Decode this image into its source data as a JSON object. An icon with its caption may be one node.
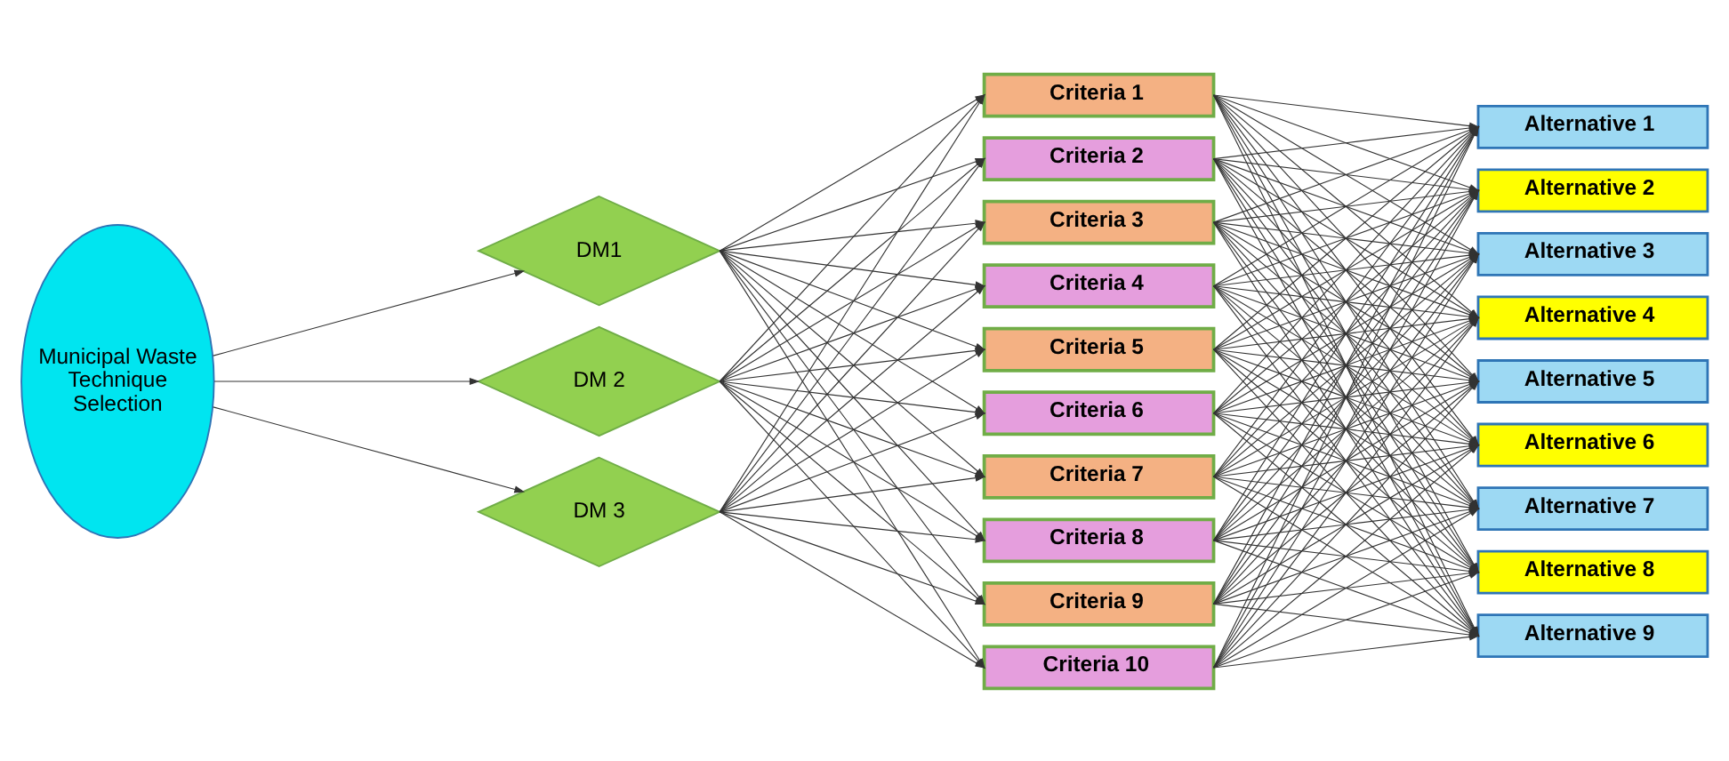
{
  "diagram": {
    "nodes": [
      {
        "text": [
          "Municipal Waste Technique Selection"
        ]
      },
      {
        "text": [
          "DM1"
        ]
      },
      {
        "text": [
          "DM 2"
        ]
      },
      {
        "text": [
          "DM 3"
        ]
      },
      {
        "text": [
          "Criteria 1"
        ]
      },
      {
        "text": [
          "Criteria 2"
        ]
      },
      {
        "text": [
          "Criteria 3"
        ]
      },
      {
        "text": [
          "Criteria 4"
        ]
      },
      {
        "text": [
          "Criteria 5"
        ]
      },
      {
        "text": [
          "Criteria 6"
        ]
      },
      {
        "text": [
          "Criteria 7"
        ]
      },
      {
        "text": [
          "Criteria 8"
        ]
      },
      {
        "text": [
          "Criteria 9"
        ]
      },
      {
        "text": [
          "Criteria 10"
        ]
      },
      {
        "text": [
          "Alternative 1"
        ]
      },
      {
        "text": [
          "Alternative 2"
        ]
      },
      {
        "text": [
          "Alternative 3"
        ]
      },
      {
        "text": [
          "Alternative 4"
        ]
      },
      {
        "text": [
          "Alternative 5"
        ]
      },
      {
        "text": [
          "Alternative 6"
        ]
      },
      {
        "text": [
          "Alternative 7"
        ]
      },
      {
        "text": [
          "Alternative 8"
        ]
      },
      {
        "text": [
          "Alternative 9"
        ]
      }
    ],
    "edges": [
      {
        "from": 0,
        "to": 1,
        "arrow": "to"
      },
      {
        "from": 0,
        "to": 2,
        "arrow": "to"
      },
      {
        "from": 0,
        "to": 3,
        "arrow": "to"
      },
      {
        "from": 1,
        "to": 4,
        "arrow": "to"
      },
      {
        "from": 1,
        "to": 5,
        "arrow": "to"
      },
      {
        "from": 1,
        "to": 6,
        "arrow": "to"
      },
      {
        "from": 1,
        "to": 7,
        "arrow": "to"
      },
      {
        "from": 1,
        "to": 8,
        "arrow": "to"
      },
      {
        "from": 1,
        "to": 9,
        "arrow": "to"
      },
      {
        "from": 1,
        "to": 10,
        "arrow": "to"
      },
      {
        "from": 1,
        "to": 11,
        "arrow": "to"
      },
      {
        "from": 1,
        "to": 12,
        "arrow": "to"
      },
      {
        "from": 1,
        "to": 13,
        "arrow": "to"
      },
      {
        "from": 2,
        "to": 4,
        "arrow": "to"
      },
      {
        "from": 2,
        "to": 5,
        "arrow": "to"
      },
      {
        "from": 2,
        "to": 6,
        "arrow": "to"
      },
      {
        "from": 2,
        "to": 7,
        "arrow": "to"
      },
      {
        "from": 2,
        "to": 8,
        "arrow": "to"
      },
      {
        "from": 2,
        "to": 9,
        "arrow": "to"
      },
      {
        "from": 2,
        "to": 10,
        "arrow": "to"
      },
      {
        "from": 2,
        "to": 11,
        "arrow": "to"
      },
      {
        "from": 2,
        "to": 12,
        "arrow": "to"
      },
      {
        "from": 2,
        "to": 13,
        "arrow": "to"
      },
      {
        "from": 3,
        "to": 4,
        "arrow": "to"
      },
      {
        "from": 3,
        "to": 5,
        "arrow": "to"
      },
      {
        "from": 3,
        "to": 6,
        "arrow": "to"
      },
      {
        "from": 3,
        "to": 7,
        "arrow": "to"
      },
      {
        "from": 3,
        "to": 8,
        "arrow": "to"
      },
      {
        "from": 3,
        "to": 9,
        "arrow": "to"
      },
      {
        "from": 3,
        "to": 10,
        "arrow": "to"
      },
      {
        "from": 3,
        "to": 11,
        "arrow": "to"
      },
      {
        "from": 3,
        "to": 12,
        "arrow": "to"
      },
      {
        "from": 3,
        "to": 13,
        "arrow": "to"
      },
      {
        "from": 4,
        "to": 14,
        "arrow": "to"
      },
      {
        "from": 4,
        "to": 15,
        "arrow": "to"
      },
      {
        "from": 4,
        "to": 16,
        "arrow": "to"
      },
      {
        "from": 4,
        "to": 17,
        "arrow": "to"
      },
      {
        "from": 4,
        "to": 18,
        "arrow": "to"
      },
      {
        "from": 4,
        "to": 19,
        "arrow": "to"
      },
      {
        "from": 4,
        "to": 20,
        "arrow": "to"
      },
      {
        "from": 4,
        "to": 21,
        "arrow": "to"
      },
      {
        "from": 4,
        "to": 22,
        "arrow": "to"
      },
      {
        "from": 5,
        "to": 14,
        "arrow": "to"
      },
      {
        "from": 5,
        "to": 15,
        "arrow": "to"
      },
      {
        "from": 5,
        "to": 16,
        "arrow": "to"
      },
      {
        "from": 5,
        "to": 17,
        "arrow": "to"
      },
      {
        "from": 5,
        "to": 18,
        "arrow": "to"
      },
      {
        "from": 5,
        "to": 19,
        "arrow": "to"
      },
      {
        "from": 5,
        "to": 20,
        "arrow": "to"
      },
      {
        "from": 5,
        "to": 21,
        "arrow": "to"
      },
      {
        "from": 5,
        "to": 22,
        "arrow": "to"
      },
      {
        "from": 6,
        "to": 14,
        "arrow": "to"
      },
      {
        "from": 6,
        "to": 15,
        "arrow": "to"
      },
      {
        "from": 6,
        "to": 16,
        "arrow": "to"
      },
      {
        "from": 6,
        "to": 17,
        "arrow": "to"
      },
      {
        "from": 6,
        "to": 18,
        "arrow": "to"
      },
      {
        "from": 6,
        "to": 19,
        "arrow": "to"
      },
      {
        "from": 6,
        "to": 20,
        "arrow": "to"
      },
      {
        "from": 6,
        "to": 21,
        "arrow": "to"
      },
      {
        "from": 6,
        "to": 22,
        "arrow": "to"
      },
      {
        "from": 7,
        "to": 14,
        "arrow": "to"
      },
      {
        "from": 7,
        "to": 15,
        "arrow": "to"
      },
      {
        "from": 7,
        "to": 16,
        "arrow": "to"
      },
      {
        "from": 7,
        "to": 17,
        "arrow": "to"
      },
      {
        "from": 7,
        "to": 18,
        "arrow": "to"
      },
      {
        "from": 7,
        "to": 19,
        "arrow": "to"
      },
      {
        "from": 7,
        "to": 20,
        "arrow": "to"
      },
      {
        "from": 7,
        "to": 21,
        "arrow": "to"
      },
      {
        "from": 7,
        "to": 22,
        "arrow": "to"
      },
      {
        "from": 8,
        "to": 14,
        "arrow": "to"
      },
      {
        "from": 8,
        "to": 15,
        "arrow": "to"
      },
      {
        "from": 8,
        "to": 16,
        "arrow": "to"
      },
      {
        "from": 8,
        "to": 17,
        "arrow": "to"
      },
      {
        "from": 8,
        "to": 18,
        "arrow": "to"
      },
      {
        "from": 8,
        "to": 19,
        "arrow": "to"
      },
      {
        "from": 8,
        "to": 20,
        "arrow": "to"
      },
      {
        "from": 8,
        "to": 21,
        "arrow": "to"
      },
      {
        "from": 8,
        "to": 22,
        "arrow": "to"
      },
      {
        "from": 9,
        "to": 14,
        "arrow": "to"
      },
      {
        "from": 9,
        "to": 15,
        "arrow": "to"
      },
      {
        "from": 9,
        "to": 16,
        "arrow": "to"
      },
      {
        "from": 9,
        "to": 17,
        "arrow": "to"
      },
      {
        "from": 9,
        "to": 18,
        "arrow": "to"
      },
      {
        "from": 9,
        "to": 19,
        "arrow": "to"
      },
      {
        "from": 9,
        "to": 20,
        "arrow": "to"
      },
      {
        "from": 9,
        "to": 21,
        "arrow": "to"
      },
      {
        "from": 9,
        "to": 22,
        "arrow": "to"
      },
      {
        "from": 10,
        "to": 14,
        "arrow": "to"
      },
      {
        "from": 10,
        "to": 15,
        "arrow": "to"
      },
      {
        "from": 10,
        "to": 16,
        "arrow": "to"
      },
      {
        "from": 10,
        "to": 17,
        "arrow": "to"
      },
      {
        "from": 10,
        "to": 18,
        "arrow": "to"
      },
      {
        "from": 10,
        "to": 19,
        "arrow": "to"
      },
      {
        "from": 10,
        "to": 20,
        "arrow": "to"
      },
      {
        "from": 10,
        "to": 21,
        "arrow": "to"
      },
      {
        "from": 10,
        "to": 22,
        "arrow": "to"
      },
      {
        "from": 11,
        "to": 14,
        "arrow": "to"
      },
      {
        "from": 11,
        "to": 15,
        "arrow": "to"
      },
      {
        "from": 11,
        "to": 16,
        "arrow": "to"
      },
      {
        "from": 11,
        "to": 17,
        "arrow": "to"
      },
      {
        "from": 11,
        "to": 18,
        "arrow": "to"
      },
      {
        "from": 11,
        "to": 19,
        "arrow": "to"
      },
      {
        "from": 11,
        "to": 20,
        "arrow": "to"
      },
      {
        "from": 11,
        "to": 21,
        "arrow": "to"
      },
      {
        "from": 11,
        "to": 22,
        "arrow": "to"
      },
      {
        "from": 12,
        "to": 14,
        "arrow": "to"
      },
      {
        "from": 12,
        "to": 15,
        "arrow": "to"
      },
      {
        "from": 12,
        "to": 16,
        "arrow": "to"
      },
      {
        "from": 12,
        "to": 17,
        "arrow": "to"
      },
      {
        "from": 12,
        "to": 18,
        "arrow": "to"
      },
      {
        "from": 12,
        "to": 19,
        "arrow": "to"
      },
      {
        "from": 12,
        "to": 20,
        "arrow": "to"
      },
      {
        "from": 12,
        "to": 21,
        "arrow": "to"
      },
      {
        "from": 12,
        "to": 22,
        "arrow": "to"
      },
      {
        "from": 13,
        "to": 14,
        "arrow": "to"
      },
      {
        "from": 13,
        "to": 15,
        "arrow": "to"
      },
      {
        "from": 13,
        "to": 16,
        "arrow": "to"
      },
      {
        "from": 13,
        "to": 17,
        "arrow": "to"
      },
      {
        "from": 13,
        "to": 18,
        "arrow": "to"
      },
      {
        "from": 13,
        "to": 19,
        "arrow": "to"
      },
      {
        "from": 13,
        "to": 20,
        "arrow": "to"
      },
      {
        "from": 13,
        "to": 21,
        "arrow": "to"
      },
      {
        "from": 13,
        "to": 22,
        "arrow": "to"
      }
    ]
  }
}
